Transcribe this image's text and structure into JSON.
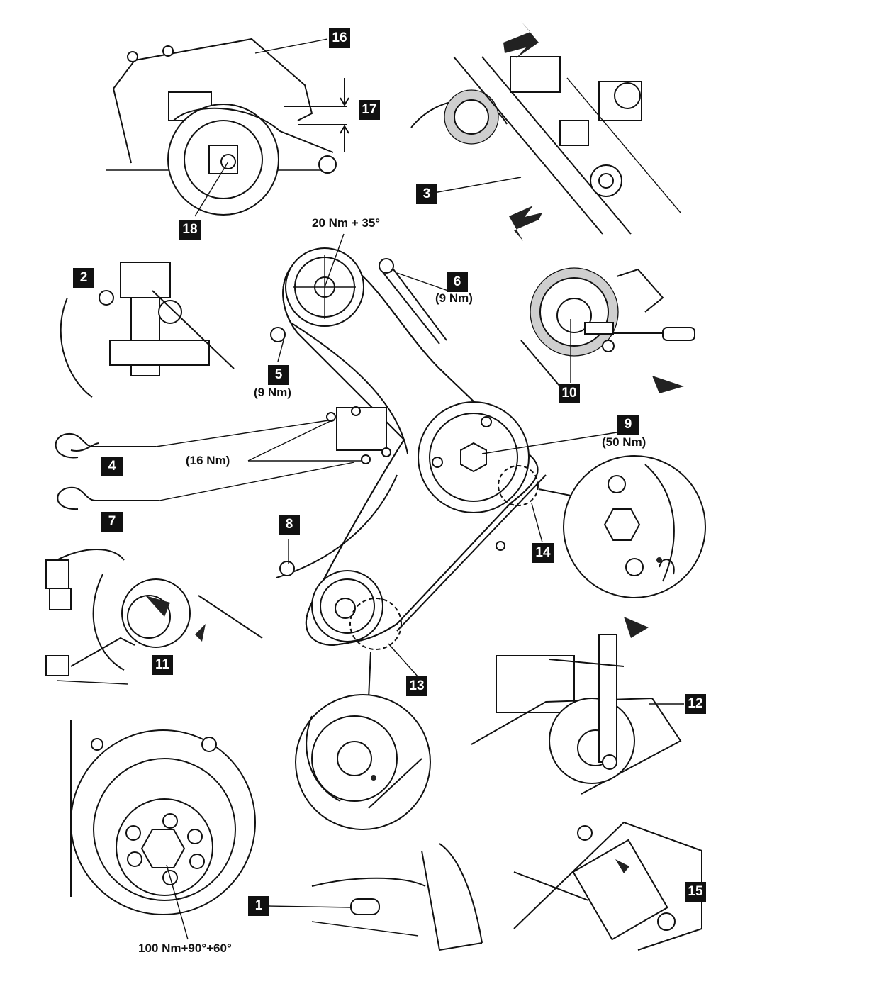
{
  "callouts": {
    "c1": "1",
    "c2": "2",
    "c3": "3",
    "c4": "4",
    "c5": "5",
    "c6": "6",
    "c7": "7",
    "c8": "8",
    "c9": "9",
    "c10": "10",
    "c11": "11",
    "c12": "12",
    "c13": "13",
    "c14": "14",
    "c15": "15",
    "c16": "16",
    "c17": "17",
    "c18": "18"
  },
  "torques": {
    "camshaft": "20 Nm + 35°",
    "item6": "(9 Nm)",
    "item5": "(9 Nm)",
    "item9": "(50 Nm)",
    "guides": "(16 Nm)",
    "crank_pulley": "100 Nm+90°+60°"
  },
  "colors": {
    "ink": "#111111",
    "chain_link": "#cfcfcf",
    "label_bg": "#111111",
    "label_text": "#ffffff"
  }
}
